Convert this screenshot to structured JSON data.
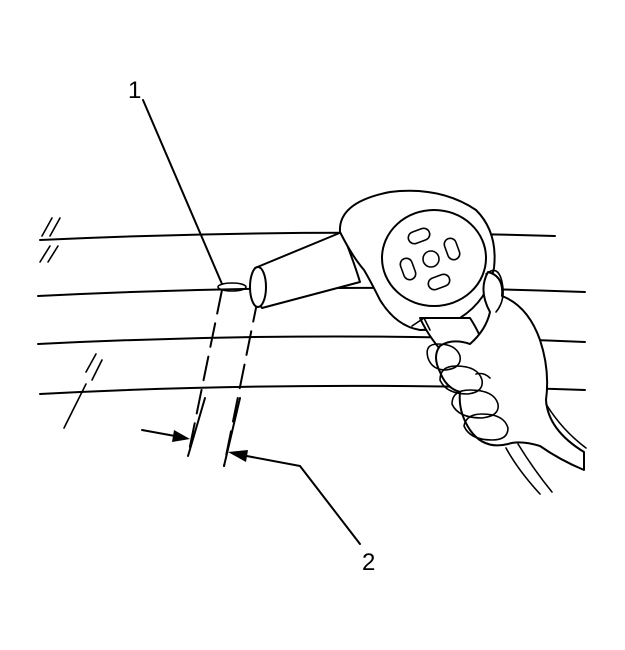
{
  "callouts": [
    {
      "id": "1",
      "label": "1"
    },
    {
      "id": "2",
      "label": "2"
    }
  ],
  "colors": {
    "line": "#000000",
    "background": "#ffffff"
  },
  "icons": [
    "heat-gun-icon",
    "hand-icon"
  ]
}
